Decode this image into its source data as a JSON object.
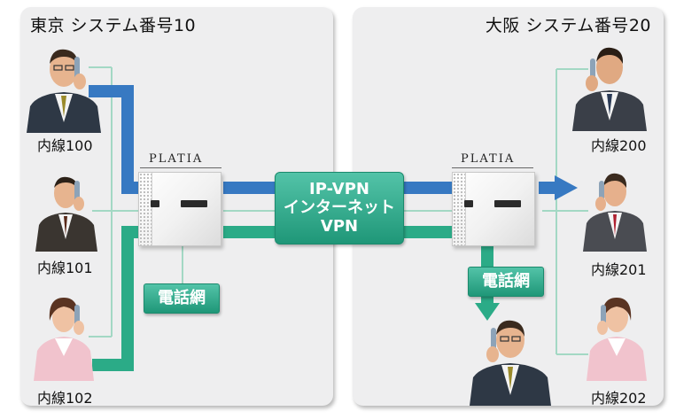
{
  "left_site": {
    "title": "東京 システム番号10",
    "extensions": [
      "内線100",
      "内線101",
      "内線102"
    ],
    "brand": "PLATIA",
    "network": "電話網"
  },
  "right_site": {
    "title": "大阪 システム番号20",
    "extensions": [
      "内線200",
      "内線201",
      "内線202"
    ],
    "brand": "PLATIA",
    "network": "電話網"
  },
  "link": {
    "line1": "IP-VPN",
    "line2": "インターネット",
    "line3": "VPN"
  },
  "colors": {
    "blue_line": "#3779c2",
    "green_line": "#2bab87",
    "thin_line": "#a3d8c4",
    "panel": "#eeeeef"
  },
  "icons": [
    "man-phone-icon",
    "woman-phone-icon",
    "platia-device-icon",
    "arrow-right-icon",
    "arrow-down-icon"
  ]
}
